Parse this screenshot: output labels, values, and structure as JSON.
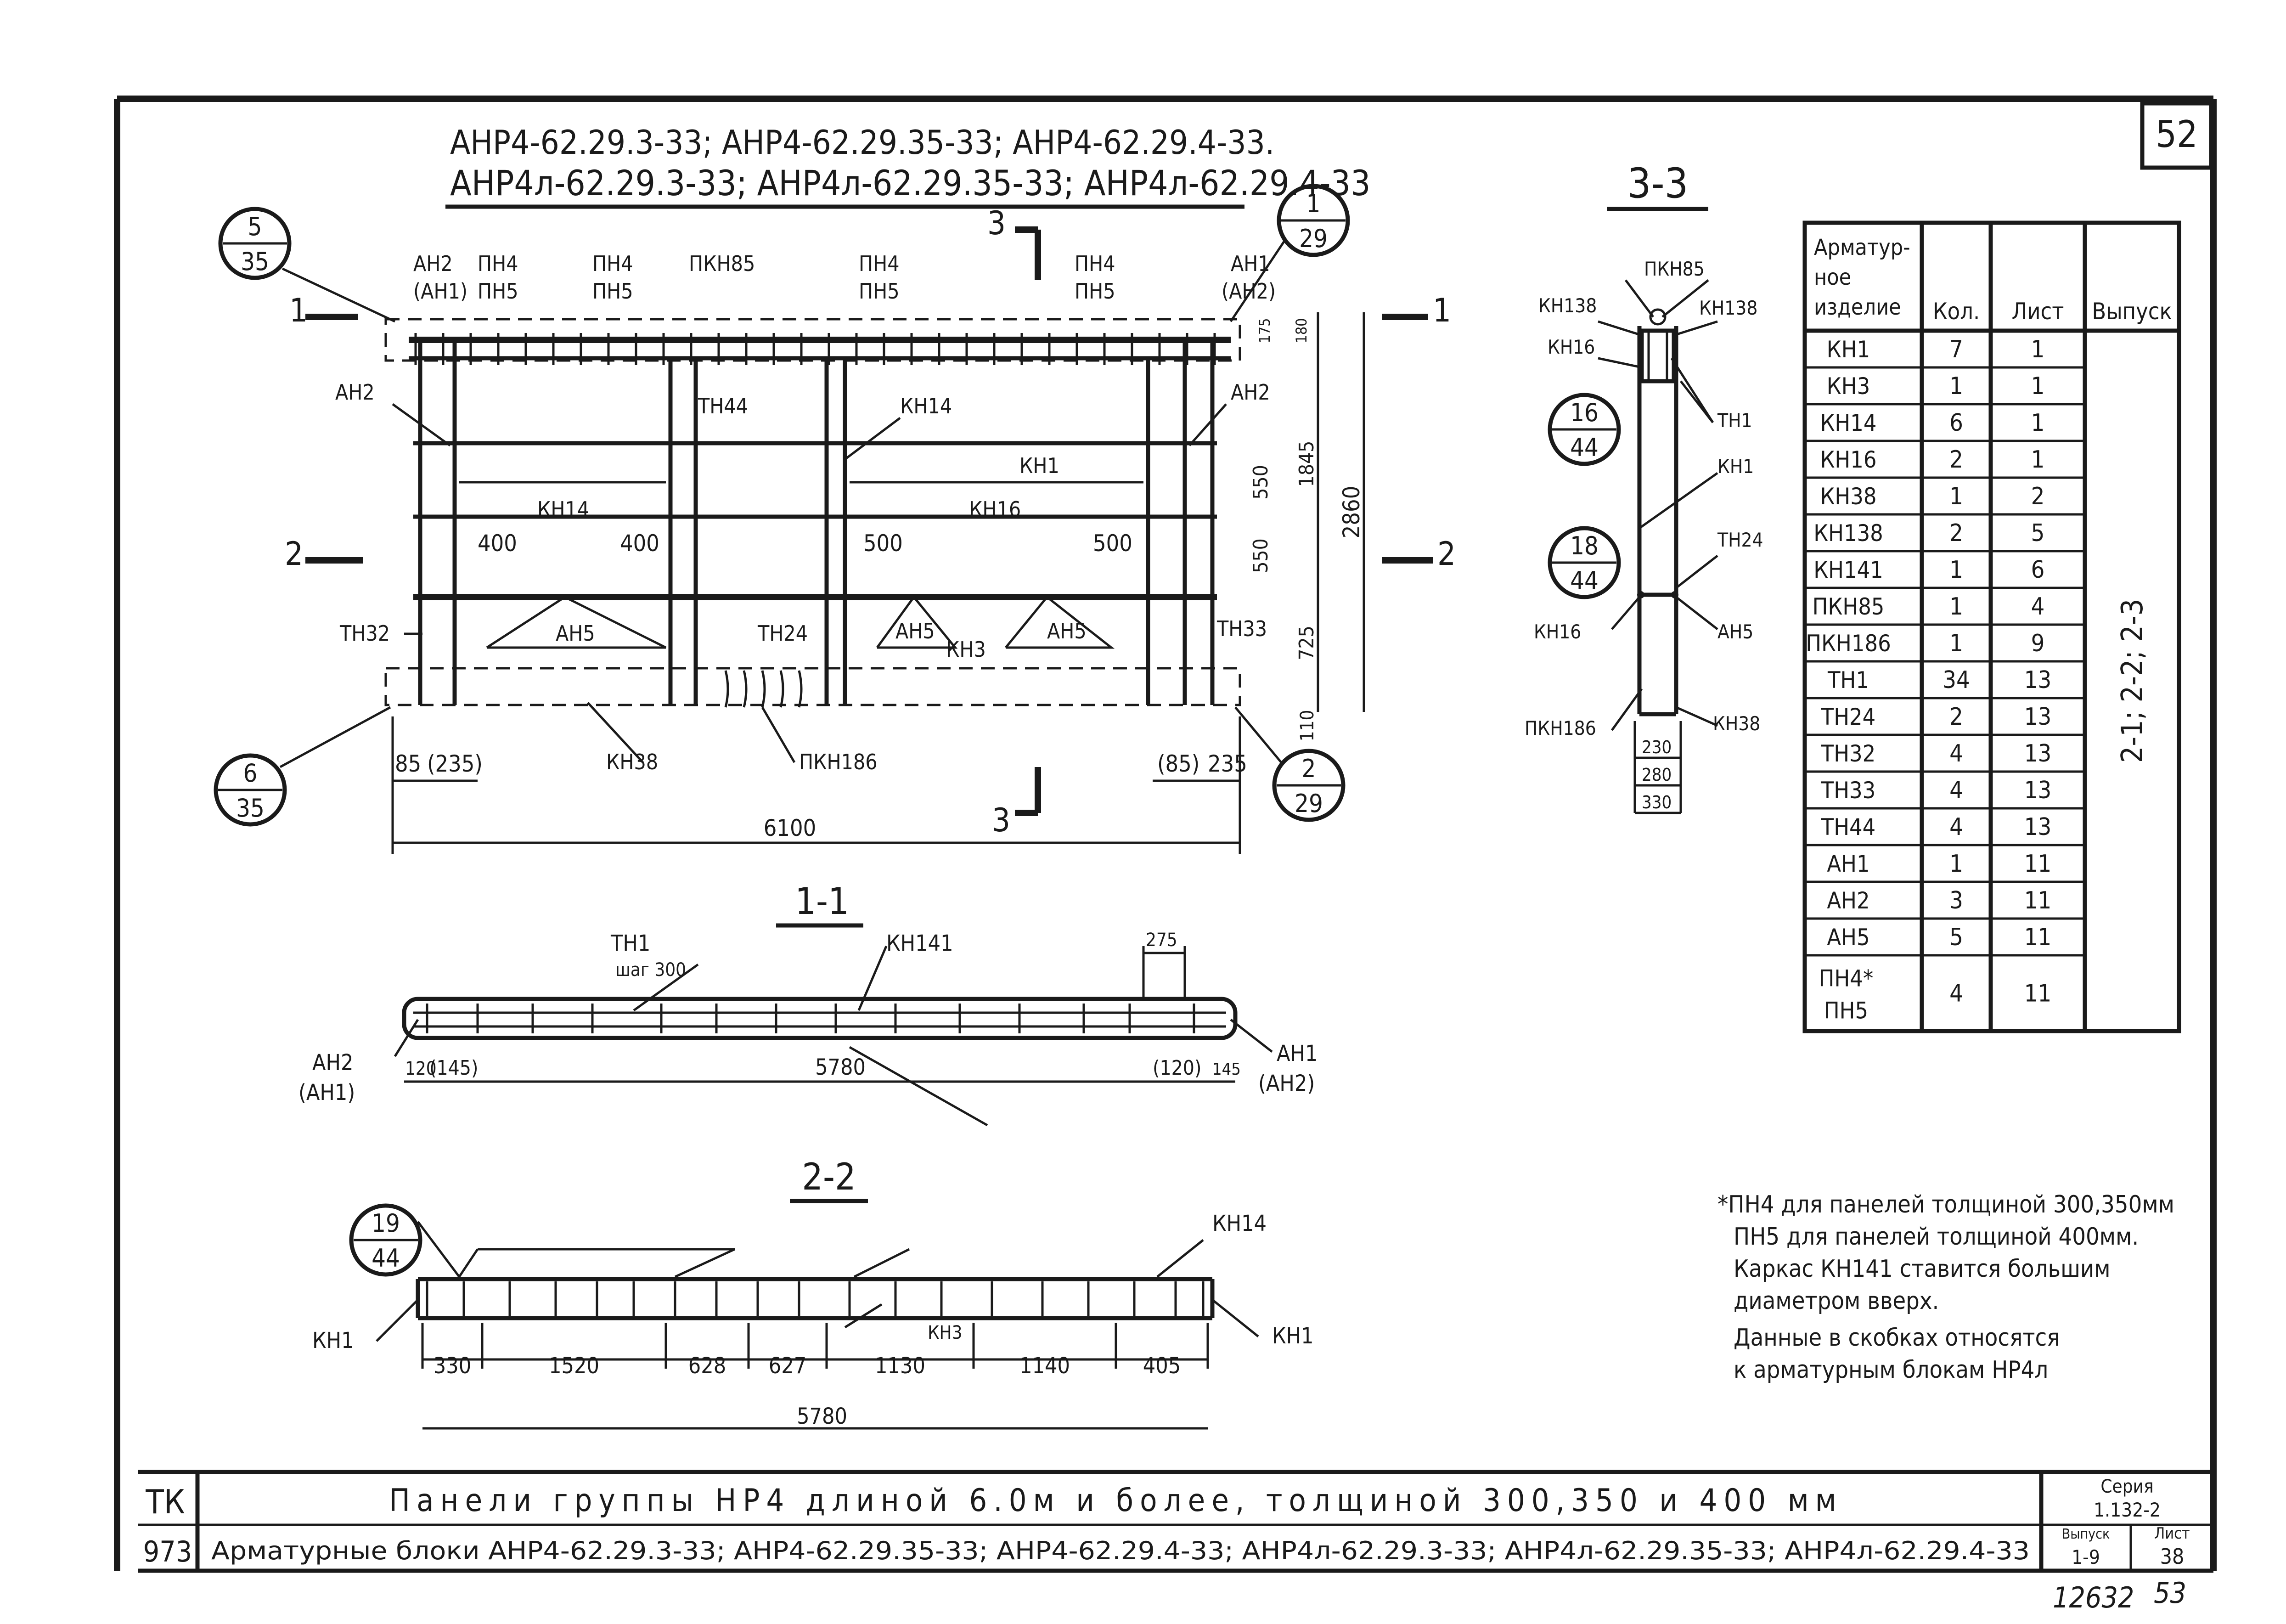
{
  "sheet": {
    "page_number": "52",
    "handwritten_numbers": [
      "12632",
      "53"
    ]
  },
  "headings": {
    "line1": "АНР4-62.29.3-33; АНР4-62.29.35-33; АНР4-62.29.4-33.",
    "line2": "АНР4л-62.29.3-33; АНР4л-62.29.35-33; АНР4л-62.29.4-33"
  },
  "sections": {
    "s33": "3-3",
    "s11": "1-1",
    "s22": "2-2",
    "cut1": "1",
    "cut2": "2",
    "cut3": "3"
  },
  "callouts": [
    {
      "top": "5",
      "bottom": "35"
    },
    {
      "top": "1",
      "bottom": "29"
    },
    {
      "top": "6",
      "bottom": "35"
    },
    {
      "top": "2",
      "bottom": "29"
    },
    {
      "top": "16",
      "bottom": "44"
    },
    {
      "top": "18",
      "bottom": "44"
    },
    {
      "top": "19",
      "bottom": "44"
    }
  ],
  "plan_labels": {
    "an2": "АН2",
    "an1_paren": "(АН1)",
    "pn4": "ПН4",
    "pn5": "ПН5",
    "pkn85": "ПКН85",
    "an1": "АН1",
    "an2_paren": "(АН2)",
    "tn44": "ТН44",
    "kn14": "КН14",
    "kn1": "КН1",
    "kn16": "КН16",
    "an5": "АН5",
    "tn32": "ТН32",
    "tn24": "ТН24",
    "kn3": "КН3",
    "tn33": "ТН33",
    "kn38": "КН38",
    "pkn186": "ПКН186"
  },
  "plan_dims": {
    "total_length": "6100",
    "total_height": "2860",
    "d1845": "1845",
    "d550a": "550",
    "d550b": "550",
    "d725": "725",
    "d110": "110",
    "d175": "175",
    "d180": "180",
    "d400a": "400",
    "d400b": "400",
    "d500a": "500",
    "d500b": "500",
    "left_off": "85",
    "left_off_paren": "(235)",
    "right_off_paren": "(85)",
    "right_off": "235"
  },
  "section11": {
    "tn1": "ТН1",
    "step": "шаг 300",
    "kn141": "КН141",
    "d275": "275",
    "an2": "АН2",
    "an1_paren": "(АН1)",
    "an1": "АН1",
    "an2_paren": "(АН2)",
    "d120": "120",
    "d145_paren": "(145)",
    "length": "5780",
    "d120_paren": "(120)",
    "d145": "145"
  },
  "section22": {
    "kn14": "КН14",
    "kn1_left": "КН1",
    "kn1_right": "КН1",
    "kn3": "КН3",
    "dims": [
      "330",
      "1520",
      "628",
      "627",
      "1130",
      "1140",
      "405"
    ],
    "length": "5780"
  },
  "section33": {
    "pkn85": "ПКН85",
    "kn138_l": "КН138",
    "kn138_r": "КН138",
    "kn16_top": "КН16",
    "tn1": "ТН1",
    "kn1": "КН1",
    "tn24": "ТН24",
    "kn16_bot": "КН16",
    "an5": "АН5",
    "pkn186": "ПКН186",
    "kn38": "КН38",
    "w230": "230",
    "w280": "280",
    "w330": "330"
  },
  "spec_table": {
    "headers": [
      "Арматур-ное изделие",
      "Кол.",
      "Лист",
      "Выпуск"
    ],
    "rows": [
      [
        "КН1",
        "7",
        "1"
      ],
      [
        "КН3",
        "1",
        "1"
      ],
      [
        "КН14",
        "6",
        "1"
      ],
      [
        "КН16",
        "2",
        "1"
      ],
      [
        "КН38",
        "1",
        "2"
      ],
      [
        "КН138",
        "2",
        "5"
      ],
      [
        "КН141",
        "1",
        "6"
      ],
      [
        "ПКН85",
        "1",
        "4"
      ],
      [
        "ПКН186",
        "1",
        "9"
      ],
      [
        "ТН1",
        "34",
        "13"
      ],
      [
        "ТН24",
        "2",
        "13"
      ],
      [
        "ТН32",
        "4",
        "13"
      ],
      [
        "ТН33",
        "4",
        "13"
      ],
      [
        "ТН44",
        "4",
        "13"
      ],
      [
        "АН1",
        "1",
        "11"
      ],
      [
        "АН2",
        "3",
        "11"
      ],
      [
        "АН5",
        "5",
        "11"
      ],
      [
        "ПН4* ПН5",
        "4",
        "11"
      ]
    ],
    "release_value": "2-1; 2-2; 2-3"
  },
  "notes": [
    "*ПН4 для панелей толщиной 300,350мм",
    "ПН5 для панелей толщиной 400мм.",
    "Каркас КН141 ставится большим",
    "диаметром вверх.",
    "Данные в скобках относятся",
    "к арматурным блокам НР4л"
  ],
  "title_block": {
    "left_top": "ТК",
    "left_bottom": "973",
    "title": "Панели группы НР4 длиной 6.0м и более, толщиной 300,350 и 400 мм",
    "subtitle": "Арматурные блоки АНР4-62.29.3-33; АНР4-62.29.35-33; АНР4-62.29.4-33; АНР4л-62.29.3-33; АНР4л-62.29.35-33; АНР4л-62.29.4-33",
    "series_label": "Серия",
    "series_value": "1.132-2",
    "issue_label": "Выпуск",
    "issue_value": "1-9",
    "sheet_label": "Лист",
    "sheet_value": "38"
  }
}
